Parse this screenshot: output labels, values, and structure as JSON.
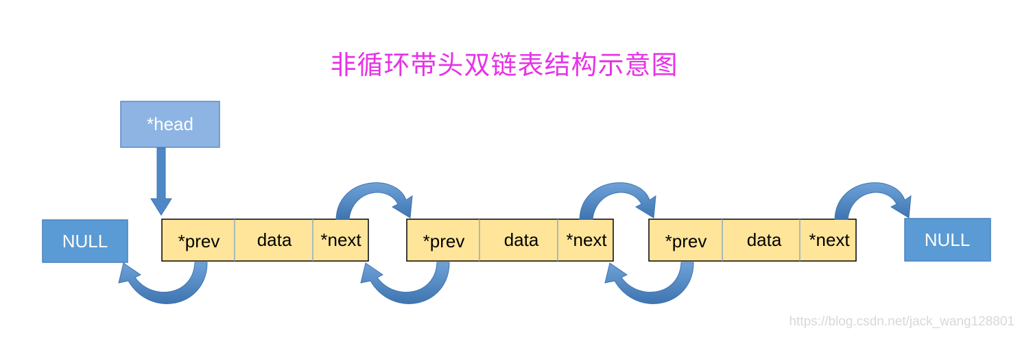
{
  "title": "非循环带头双链表结构示意图",
  "head_label": "*head",
  "null_left": "NULL",
  "null_right": "NULL",
  "nodes": [
    {
      "prev": "*prev",
      "data": "data",
      "next": "*next"
    },
    {
      "prev": "*prev",
      "data": "data",
      "next": "*next"
    },
    {
      "prev": "*prev",
      "data": "data",
      "next": "*next"
    }
  ],
  "watermark": "https://blog.csdn.net/jack_wang128801",
  "colors": {
    "title": "#e633e6",
    "node_fill": "#ffe599",
    "node_stroke": "#000000",
    "blue_box": "#5b9bd5",
    "head_box": "#8eb4e3",
    "arrow": "#4f88c6"
  }
}
